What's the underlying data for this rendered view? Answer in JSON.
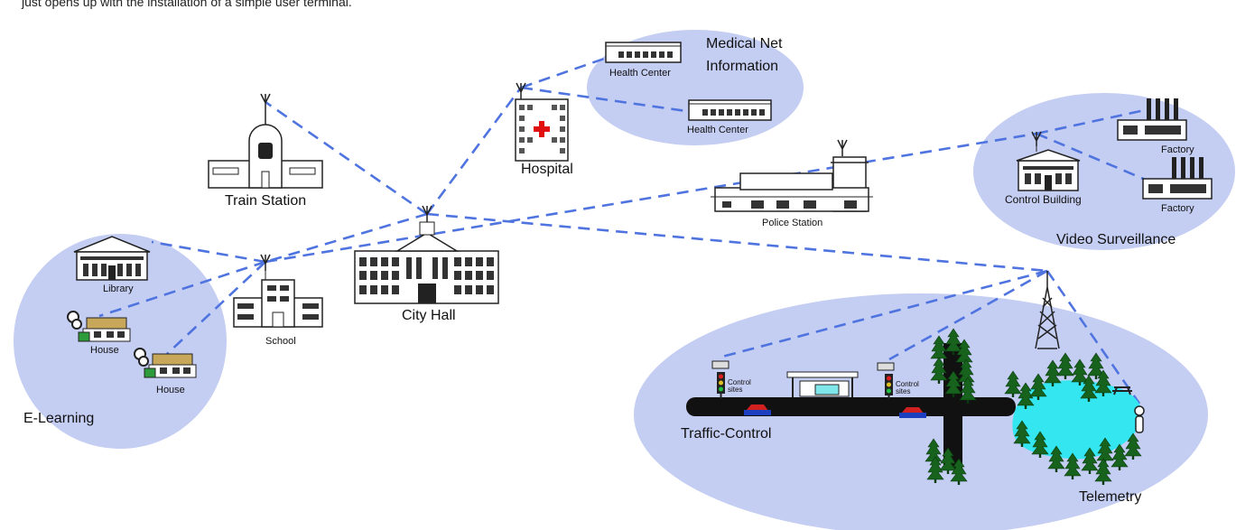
{
  "caption": "just opens up with the installation of a simple user terminal.",
  "colors": {
    "region_fill": "#c4cdf2",
    "link": "#4f74e0",
    "road": "#111111",
    "lake": "#33e6f0",
    "tree": "#17621d"
  },
  "regions": {
    "e_learning": "E-Learning",
    "medical": "Medical Net\nInformation",
    "video": "Video Surveillance",
    "traffic": "Traffic-Control",
    "telemetry": "Telemetry"
  },
  "nodes": {
    "train_station": "Train Station",
    "hospital": "Hospital",
    "health_center_1": "Health Center",
    "health_center_2": "Health Center",
    "city_hall": "City Hall",
    "school": "School",
    "library": "Library",
    "house_1": "House",
    "house_2": "House",
    "police_station": "Police Station",
    "control_building": "Control Building",
    "factory_1": "Factory",
    "factory_2": "Factory",
    "control_sites_1": "Control\nsites",
    "control_sites_2": "Control\nsites"
  }
}
